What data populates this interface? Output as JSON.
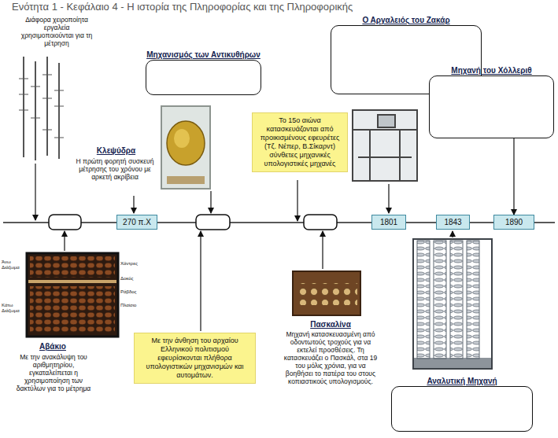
{
  "diagram": {
    "title": "Ενότητα 1 - Κεφάλαιο 4 - Η ιστορία της Πληροφορίας και της Πληροφορικής",
    "nodes": [
      {
        "text": [
          "Μηχανισμός των Αντικυθήρων"
        ]
      },
      {
        "text": [
          "Ο Αργαλειός του Ζακάρ"
        ]
      },
      {
        "text": [
          "Το 15ο αιώνα κατασκευάζονται από προικισμένους εφευρέτες (Τζ. Νέπερ, Β.Σίκαρντ) σύνθετες μηχανικές υπολογιστικές μηχανές"
        ]
      },
      {
        "text": [
          "Μηχανή του Χόλλεριθ"
        ]
      },
      {
        "text": [
          "270 π.Χ"
        ]
      },
      {
        "text": [
          "1801"
        ]
      },
      {
        "text": [
          "1843"
        ]
      },
      {
        "text": [
          "1890"
        ]
      },
      {
        "text": [
          "Με την άνθηση του αρχαίου Ελληνικού πολιτισμού εφευρίσκονται πλήθορα υπολογιστικών μηχανισμών και αυτομάτων."
        ]
      },
      {
        "text": [
          "Αναλυτική Μηχανή"
        ]
      }
    ],
    "edges": [
      {
        "from": 3,
        "to": 7,
        "arrow": "to"
      }
    ],
    "labels": [
      "Διάφορα χειροποίητα εργαλεία χρησιμοποιούνται για τη μέτρηση",
      "Κλεψύδρα",
      "Η πρώτη φορητή συσκευή μέτρησης του χρόνου με αρκετή ακρίβεια",
      "Άνω Διάζωμα",
      "Κάτω Διάζωμα",
      "Χάντρες",
      "Δοκός",
      "Ράβδος",
      "Πλαίσιο",
      "Αβάκιο",
      "Με την ανακάλυψη του αριθμητηρίου, εγκαταλείπεται η χρησιμοποίηση των δακτύλων για το μέτρημα",
      "Πασκαλίνα",
      "Μηχανή κατασκευασμένη από οδοντωτούς τροχούς για να εκτελεί προσθέσεις. Τη κατασκευάζει ο Πασκάλ, στα 19 του μόλις χρόνια, για να βοηθήσει το πατέρα του στους κοπιαστικούς υπολογισμούς."
    ]
  }
}
